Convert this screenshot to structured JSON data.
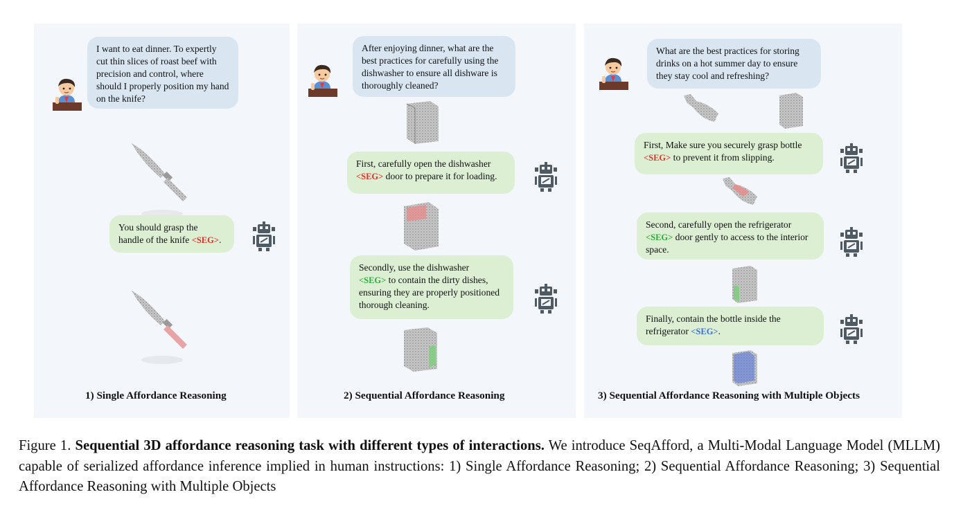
{
  "panels": [
    {
      "label": "1) Single Affordance Reasoning",
      "question": "I want to eat dinner. To expertly cut thin slices of roast beef with precision and control, where should I properly position my hand on the knife?",
      "answers": [
        {
          "pre": "You should grasp the handle of the knife",
          "seg": "<SEG>",
          "post": "."
        }
      ]
    },
    {
      "label": "2) Sequential Affordance Reasoning",
      "question": "After enjoying dinner, what are the best practices for carefully using the dishwasher to ensure all dishware is thoroughly cleaned?",
      "answers": [
        {
          "pre": "First, carefully open the dishwasher",
          "seg": "<SEG>",
          "post": "door to prepare it for loading."
        },
        {
          "pre": "Secondly, use the dishwasher",
          "seg": "<SEG>",
          "post": "to contain the dirty dishes, ensuring they are properly positioned thorough cleaning."
        }
      ]
    },
    {
      "label": "3) Sequential Affordance Reasoning with Multiple Objects",
      "question": "What are the best practices for storing drinks on a hot summer day to ensure they stay cool and refreshing?",
      "answers": [
        {
          "pre": "First, Make sure you securely grasp bottle",
          "seg": "<SEG>",
          "post": "to prevent it from slipping."
        },
        {
          "pre": "Second, carefully open the refrigerator",
          "seg": "<SEG>",
          "post": "door gently to access to the interior  space."
        },
        {
          "pre": "Finally, contain the bottle inside the refrigerator",
          "seg": "<SEG>",
          "post": "."
        }
      ]
    }
  ],
  "caption": {
    "prefix": "Figure 1.",
    "title": "Sequential 3D affordance reasoning task with different types of interactions.",
    "body": "We introduce SeqAfford, a Multi-Modal Language Model (MLLM) capable of serialized affordance inference implied in human instructions: 1) Single Affordance Reasoning; 2) Sequential Affordance Reasoning; 3) Sequential Affordance Reasoning with Multiple Objects"
  },
  "colors": {
    "seg_red": "#e0302a",
    "seg_green": "#2eaa3f",
    "seg_blue": "#3a6fd8",
    "question_bubble": "#d9e6f2",
    "answer_bubble": "#dcefd3",
    "panel_bg": "#f3f6fa"
  },
  "icons": [
    "person-avatar-icon",
    "robot-icon",
    "knife-pointcloud",
    "dishwasher-pointcloud",
    "bottle-pointcloud",
    "refrigerator-pointcloud"
  ]
}
